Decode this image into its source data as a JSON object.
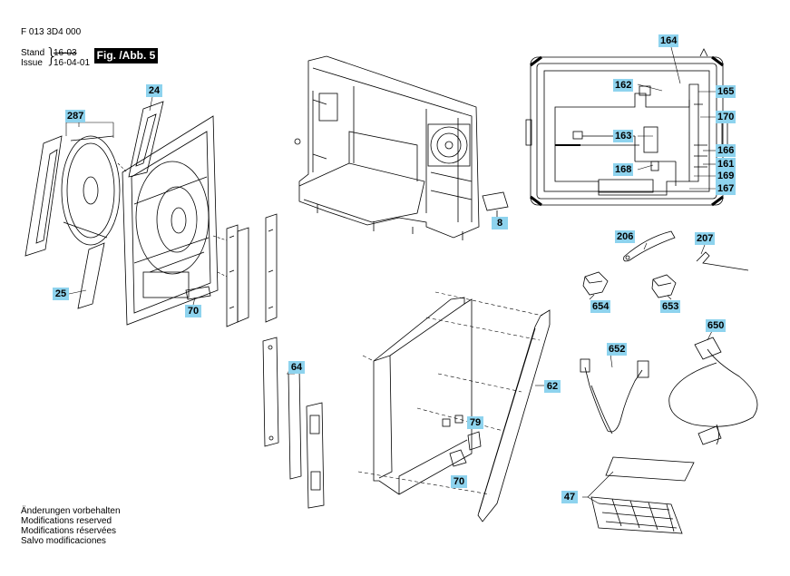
{
  "header": {
    "doc_number": "F 013 3D4 000",
    "stand_label": "Stand",
    "issue_label": "Issue",
    "revision_old": "16-03",
    "revision_new": "16-04-01",
    "figure_badge": "Fig. /Abb. 5"
  },
  "footer": {
    "lines": [
      "Änderungen vorbehalten",
      "Modifications reserved",
      "Modifications réservées",
      "Salvo modificaciones"
    ]
  },
  "labels": {
    "l164": "164",
    "l162": "162",
    "l165": "165",
    "l170": "170",
    "l163": "163",
    "l166": "166",
    "l161": "161",
    "l168": "168",
    "l169": "169",
    "l167": "167",
    "l24": "24",
    "l287": "287",
    "l25": "25",
    "l70a": "70",
    "l8": "8",
    "l206": "206",
    "l207": "207",
    "l654": "654",
    "l653": "653",
    "l650": "650",
    "l652": "652",
    "l64": "64",
    "l62": "62",
    "l79": "79",
    "l70b": "70",
    "l47": "47"
  },
  "colors": {
    "label_bg": "#8ed3ee",
    "line": "#000000",
    "badge_bg": "#000000",
    "badge_text": "#ffffff"
  }
}
